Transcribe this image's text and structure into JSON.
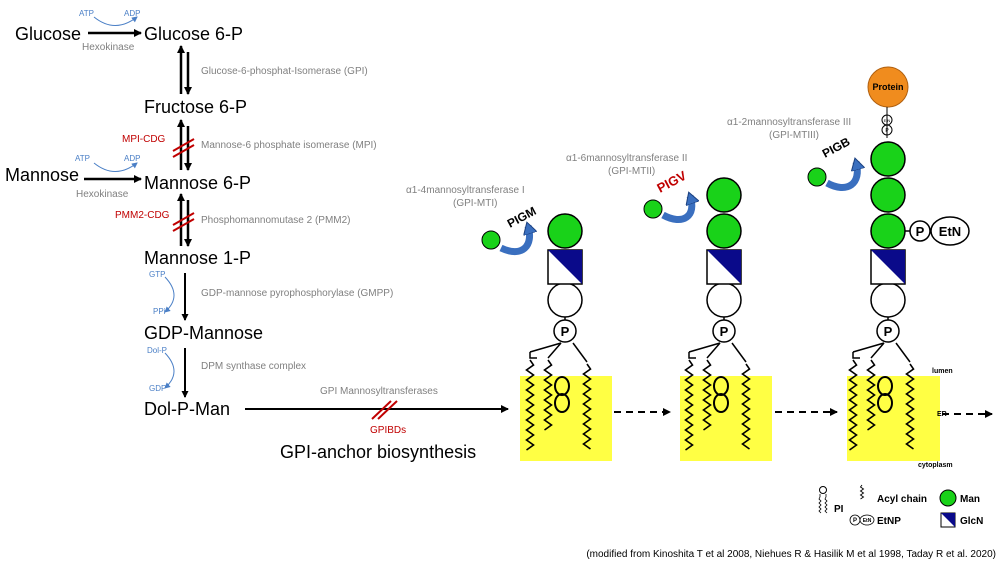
{
  "metabolites": {
    "glucose": "Glucose",
    "glucose6p": "Glucose 6-P",
    "fructose6p": "Fructose 6-P",
    "mannose": "Mannose",
    "mannose6p": "Mannose 6-P",
    "mannose1p": "Mannose 1-P",
    "gdp_mannose": "GDP-Mannose",
    "dol_p_man": "Dol-P-Man"
  },
  "cofactors": {
    "atp1": "ATP",
    "adp1": "ADP",
    "atp2": "ATP",
    "adp2": "ADP",
    "gtp": "GTP",
    "ppi": "PPi",
    "dolp": "Dol-P",
    "gdp": "GDP"
  },
  "enzymes": {
    "hexokinase1": "Hexokinase",
    "hexokinase2": "Hexokinase",
    "gpi_isomerase": "Glucose-6-phosphat-Isomerase (GPI)",
    "mpi": "Mannose-6 phosphate isomerase (MPI)",
    "pmm2": "Phosphomannomutase 2 (PMM2)",
    "gmpp": "GDP-mannose pyrophosphorylase (GMPP)",
    "dpm": "DPM synthase complex",
    "gpi_mannosyltransferases": "GPI Mannosyltransferases"
  },
  "defects": {
    "mpi_cdg": "MPI-CDG",
    "pmm2_cdg": "PMM2-CDG",
    "gpibds": "GPIBDs"
  },
  "title": "GPI-anchor biosynthesis",
  "transferases": {
    "mt1_name": "α1-4mannosyltransferase I",
    "mt1_abbr": "(GPI-MTI)",
    "mt1_gene": "PIGM",
    "mt2_name": "α1-6mannosyltransferase II",
    "mt2_abbr": "(GPI-MTII)",
    "mt2_gene": "PIGV",
    "mt3_name": "α1-2mannosyltransferase III",
    "mt3_abbr": "(GPI-MTIII)",
    "mt3_gene": "PIGB"
  },
  "symbols": {
    "p": "P",
    "etn": "EtN",
    "protein": "Protein"
  },
  "membrane": {
    "lumen": "lumen",
    "er": "ER",
    "cytoplasm": "cytoplasm"
  },
  "legend": {
    "pi": "PI",
    "acyl_chain": "Acyl chain",
    "man": "Man",
    "etnp": "EtNP",
    "glcn": "GlcN"
  },
  "citation": "(modified from Kinoshita T et al 2008, Niehues R & Hasilik M et al 1998, Taday R et al. 2020)",
  "colors": {
    "mannose_green": "#19d219",
    "glcn_blue": "#0a0a8a",
    "membrane_yellow": "#ffff44",
    "arrow_blue": "#4a7fc6",
    "defect_red": "#c00000",
    "enzyme_gray": "#808080",
    "cofactor_blue": "#4a7fc6",
    "protein_orange": "#f08c1e"
  }
}
